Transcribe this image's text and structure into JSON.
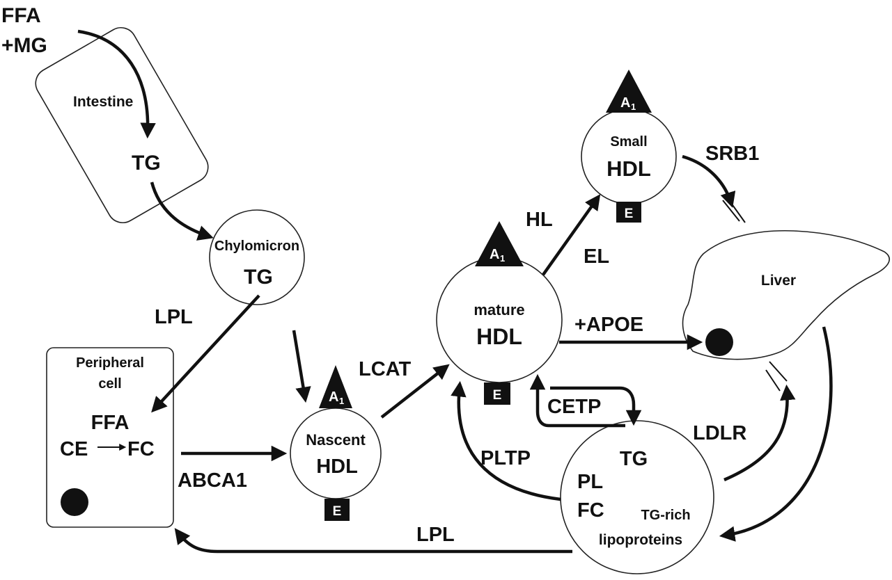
{
  "labels": {
    "ffa_input": "FFA",
    "mg_input": "+MG",
    "intestine": "Intestine",
    "intestine_tg": "TG",
    "chylomicron": "Chylomicron",
    "chylomicron_tg": "TG",
    "lpl_top": "LPL",
    "peripheral_cell_line1": "Peripheral",
    "peripheral_cell_line2": "cell",
    "peripheral_ffa": "FFA",
    "peripheral_ce": "CE",
    "peripheral_fc": "FC",
    "abca1": "ABCA1",
    "nascent": "Nascent",
    "nascent_hdl": "HDL",
    "lcat": "LCAT",
    "mature": "mature",
    "mature_hdl": "HDL",
    "hl": "HL",
    "el": "EL",
    "small": "Small",
    "small_hdl": "HDL",
    "srb1": "SRB1",
    "liver": "Liver",
    "apoe": "+APOE",
    "cetp": "CETP",
    "pltp": "PLTP",
    "ldlr": "LDLR",
    "tgrich_tg": "TG",
    "tgrich_pl": "PL",
    "tgrich_fc": "FC",
    "tgrich_line1": "TG-rich",
    "tgrich_line2": "lipoproteins",
    "lpl_bottom": "LPL"
  },
  "apolipoproteins": {
    "a1_letter": "A",
    "a1_sub": "1",
    "e_letter": "E"
  }
}
